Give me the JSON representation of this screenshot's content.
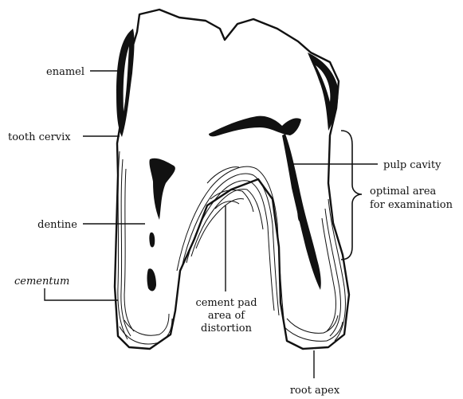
{
  "labels": {
    "enamel": "enamel",
    "tooth_cervix": "tooth cervix",
    "dentine": "dentine",
    "cementum": "cementum",
    "cement_pad_line1": "cement pad",
    "cement_pad_line2": "area of",
    "cement_pad_line3": "distortion",
    "pulp_cavity": "pulp cavity",
    "optimal_line1": "optimal area",
    "optimal_line2": "for examination",
    "root_apex": "root apex"
  },
  "colors": {
    "ink": "#111111",
    "background": "#ffffff"
  }
}
